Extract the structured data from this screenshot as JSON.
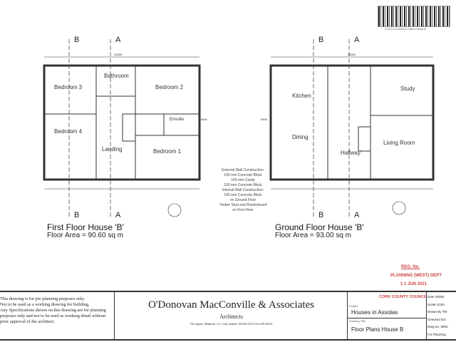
{
  "stamp_barcode_text": "C10-11-010/2021-Plans Fosse B",
  "first_floor": {
    "title": "First Floor House 'B'",
    "area": "Floor Area = 90.60 sq m",
    "rooms": [
      "Bedroom 3",
      "Bathroom",
      "Bedroom 2",
      "Ensuite",
      "Bedroom 4",
      "Landing",
      "Bedroom 1"
    ],
    "dimensions": {
      "overall_width": "12630",
      "overall_depth": "9400"
    }
  },
  "ground_floor": {
    "title": "Ground Floor House 'B'",
    "area": "Floor Area = 93.00 sq m",
    "rooms": [
      "Kitchen",
      "Study",
      "Dining",
      "Living Room",
      "Hallway"
    ],
    "dimensions": {
      "overall_width": "12630",
      "overall_depth": "9400"
    }
  },
  "section_markers": {
    "b": "B",
    "a": "A"
  },
  "construction_notes": [
    "External Wall Construction:",
    "100 mm Concrete Block",
    "150 mm Cavity",
    "100 mm Concrete Block",
    "Internal Wall Construction:",
    "100 mm Concrete Block",
    "on Ground Floor",
    "Timber Stud and Plasterboard",
    "on First Floor"
  ],
  "stamps": {
    "reg_no": "REG. No.",
    "dept": "PLANNING (WEST) DEPT",
    "date": "1 1 JUN 2021",
    "council": "CORK COUNTY COUNCIL"
  },
  "title_block": {
    "disclaimer": [
      "This drawing is for pre planning purposes only.",
      "Not to be used as a working drawing for building.",
      "Any Specifications shown on this drawing are for planning",
      "purposes only and not to be used as working detail without",
      "prior approval of the architect."
    ],
    "firm": "O'Donovan MacConville & Associates",
    "firm_sub": "Architects",
    "address": "The Square, Millstreet, Co. Cork, Ireland.   Tel 029 22151 Fax 029 22012",
    "project_label": "Project",
    "project": "Houses in Assolas",
    "drawing_title_label": "Drawing Title",
    "drawing_title": "Floor Plans House B",
    "fields": [
      {
        "label": "Date",
        "value": "28/05/"
      },
      {
        "label": "Scale",
        "value": "1/100"
      },
      {
        "label": "Drawn By",
        "value": "TM"
      },
      {
        "label": "Checked",
        "value": "DO"
      },
      {
        "label": "Dwg No.",
        "value": "MMC"
      },
      {
        "label": "For",
        "value": "Planning"
      }
    ]
  }
}
